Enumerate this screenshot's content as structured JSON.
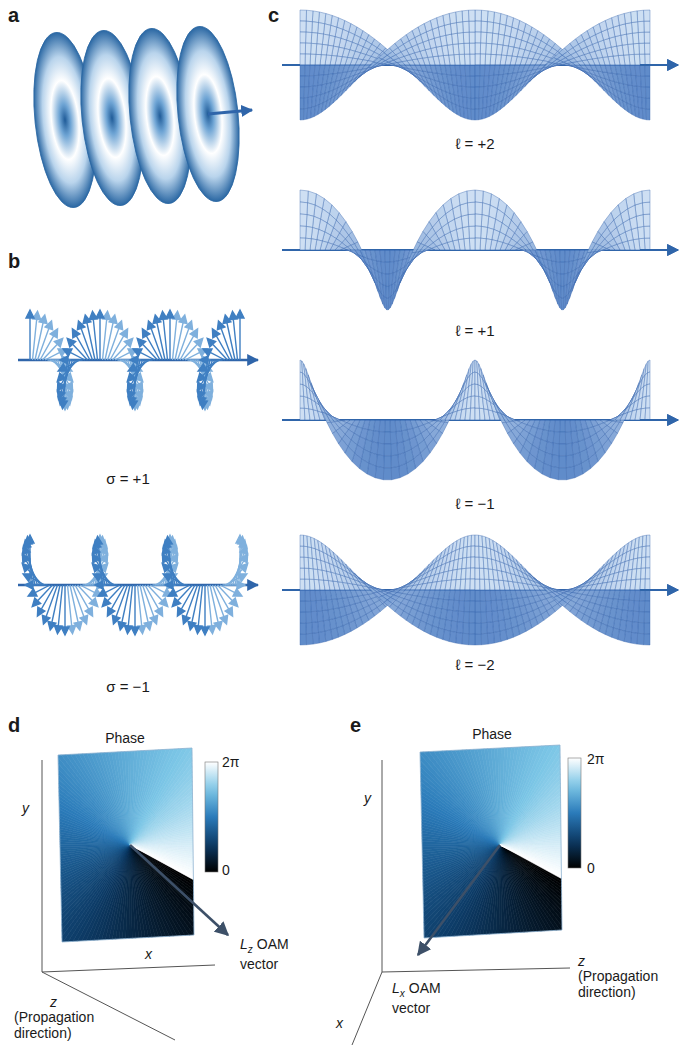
{
  "diagram": {
    "labels": [
      "a",
      "b",
      "σ = +1",
      "σ = −1",
      "c",
      "ℓ = +2",
      "ℓ = +1",
      "ℓ = −1",
      "ℓ = −2",
      "d",
      "Phase",
      "2π",
      "0",
      "y",
      "x",
      "z",
      "(Propagation direction)",
      "L",
      "z",
      "OAM vector",
      "e",
      "Phase",
      "2π",
      "0",
      "y",
      "z",
      "(Propagation direction)",
      "x",
      "L",
      "x",
      "OAM vector"
    ]
  }
}
